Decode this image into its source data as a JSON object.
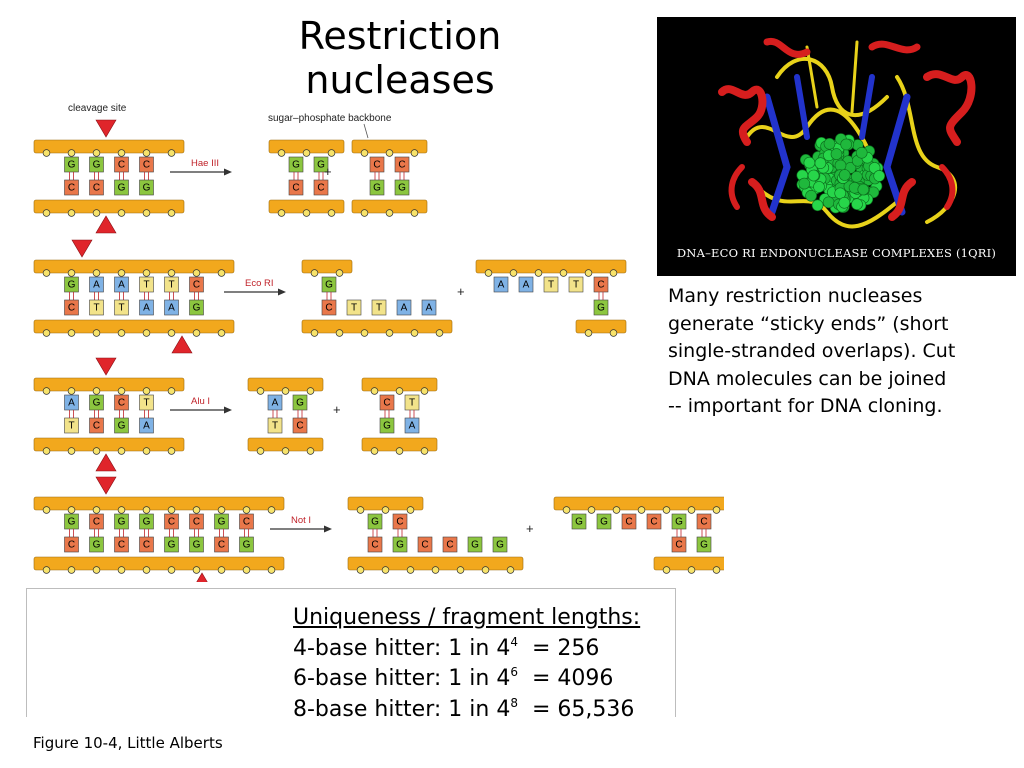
{
  "title": "Restriction nucleases",
  "diagram": {
    "cleavage_label": "cleavage site",
    "backbone_label": "sugar–phosphate backbone",
    "rows": [
      {
        "enzyme": "Hae III",
        "top": [
          "G",
          "G",
          "C",
          "C"
        ],
        "bottom": [
          "C",
          "C",
          "G",
          "G"
        ],
        "left_top": [
          "G",
          "G"
        ],
        "left_bottom": [
          "C",
          "C"
        ],
        "right_top": [
          "C",
          "C"
        ],
        "right_bottom": [
          "G",
          "G"
        ]
      },
      {
        "enzyme": "Eco RI",
        "top": [
          "G",
          "A",
          "A",
          "T",
          "T",
          "C"
        ],
        "bottom": [
          "C",
          "T",
          "T",
          "A",
          "A",
          "G"
        ],
        "left_top": [
          "G"
        ],
        "left_bottom": [
          "C",
          "T",
          "T",
          "A",
          "A"
        ],
        "right_top": [
          "A",
          "A",
          "T",
          "T",
          "C"
        ],
        "right_bottom": [
          "G"
        ]
      },
      {
        "enzyme": "Alu I",
        "top": [
          "A",
          "G",
          "C",
          "T"
        ],
        "bottom": [
          "T",
          "C",
          "G",
          "A"
        ],
        "left_top": [
          "A",
          "G"
        ],
        "left_bottom": [
          "T",
          "C"
        ],
        "right_top": [
          "C",
          "T"
        ],
        "right_bottom": [
          "G",
          "A"
        ]
      },
      {
        "enzyme": "Not I",
        "top": [
          "G",
          "C",
          "G",
          "G",
          "C",
          "C",
          "G",
          "C"
        ],
        "bottom": [
          "C",
          "G",
          "C",
          "C",
          "G",
          "G",
          "C",
          "G"
        ],
        "left_top": [
          "G",
          "C"
        ],
        "left_bottom": [
          "C",
          "G",
          "C",
          "C",
          "G",
          "G"
        ],
        "right_top": [
          "G",
          "G",
          "C",
          "C",
          "G",
          "C"
        ],
        "right_bottom": [
          "C",
          "G"
        ]
      }
    ],
    "plus": "+"
  },
  "protein_caption": "DNA–ECO RI ENDONUCLEASE COMPLEXES (1QRI)",
  "description": [
    "Many restriction nucleases",
    "generate “sticky ends” (short",
    "single-stranded overlaps). Cut",
    "DNA molecules can be joined",
    "-- important for DNA cloning."
  ],
  "uniqueness": {
    "heading": "Uniqueness / fragment lengths:",
    "lines": [
      {
        "prefix": "4-base hitter: 1 in 4",
        "exp": "4",
        "result": "  = 256"
      },
      {
        "prefix": "6-base hitter: 1 in 4",
        "exp": "6",
        "result": "  = 4096"
      },
      {
        "prefix": "8-base hitter: 1 in 4",
        "exp": "8",
        "result": "  = 65,536"
      }
    ]
  },
  "figure_credit": "Figure 10-4, Little Alberts",
  "colors": {
    "G": "#8cc63f",
    "C": "#e9774a",
    "A": "#7fb2e5",
    "T": "#f2e38a",
    "backbone": "#f2a81d",
    "triangle": "#e0252b",
    "arrow": "#333333"
  }
}
